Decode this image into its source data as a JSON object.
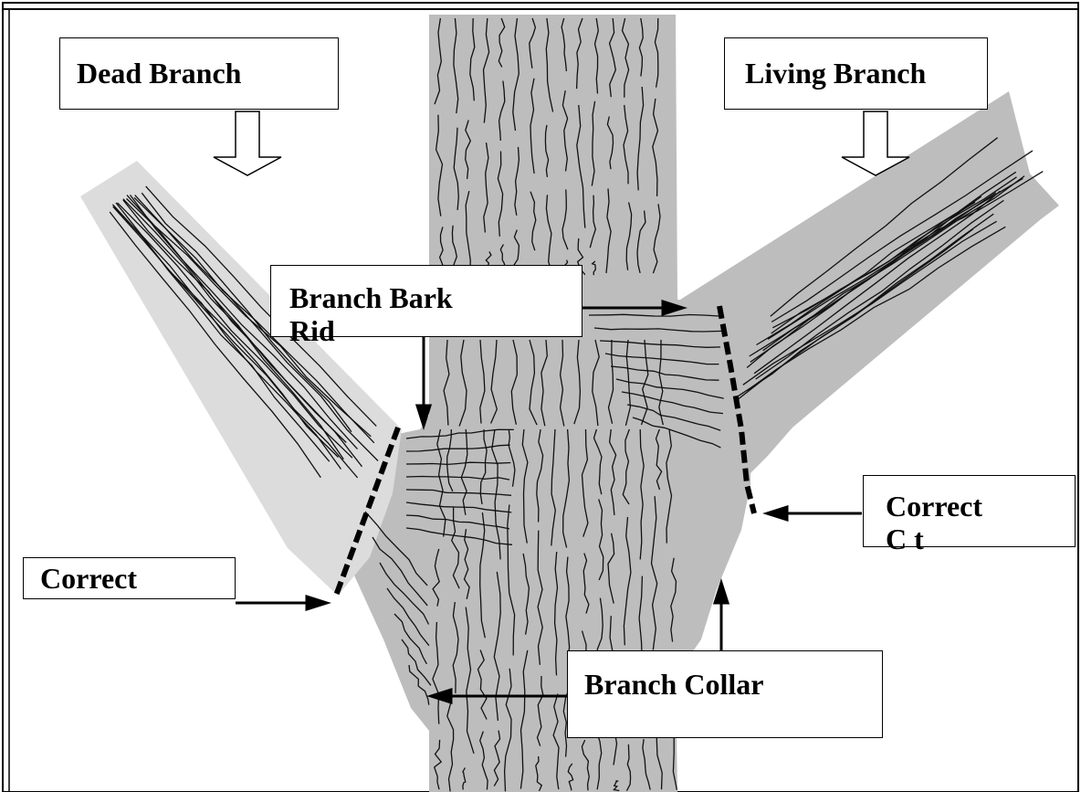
{
  "labels": {
    "dead_branch": "Dead Branch",
    "living_branch": "Living Branch",
    "branch_bark_ridge": "Branch Bark Rid",
    "correct_cut_left": "Correct",
    "correct_cut_right": "Correct C  t",
    "branch_collar": "Branch Collar"
  },
  "colors": {
    "wood": "#bdbdbd",
    "dead_wood": "#dcdcdc",
    "grain": "#111111",
    "frame": "#000000"
  }
}
